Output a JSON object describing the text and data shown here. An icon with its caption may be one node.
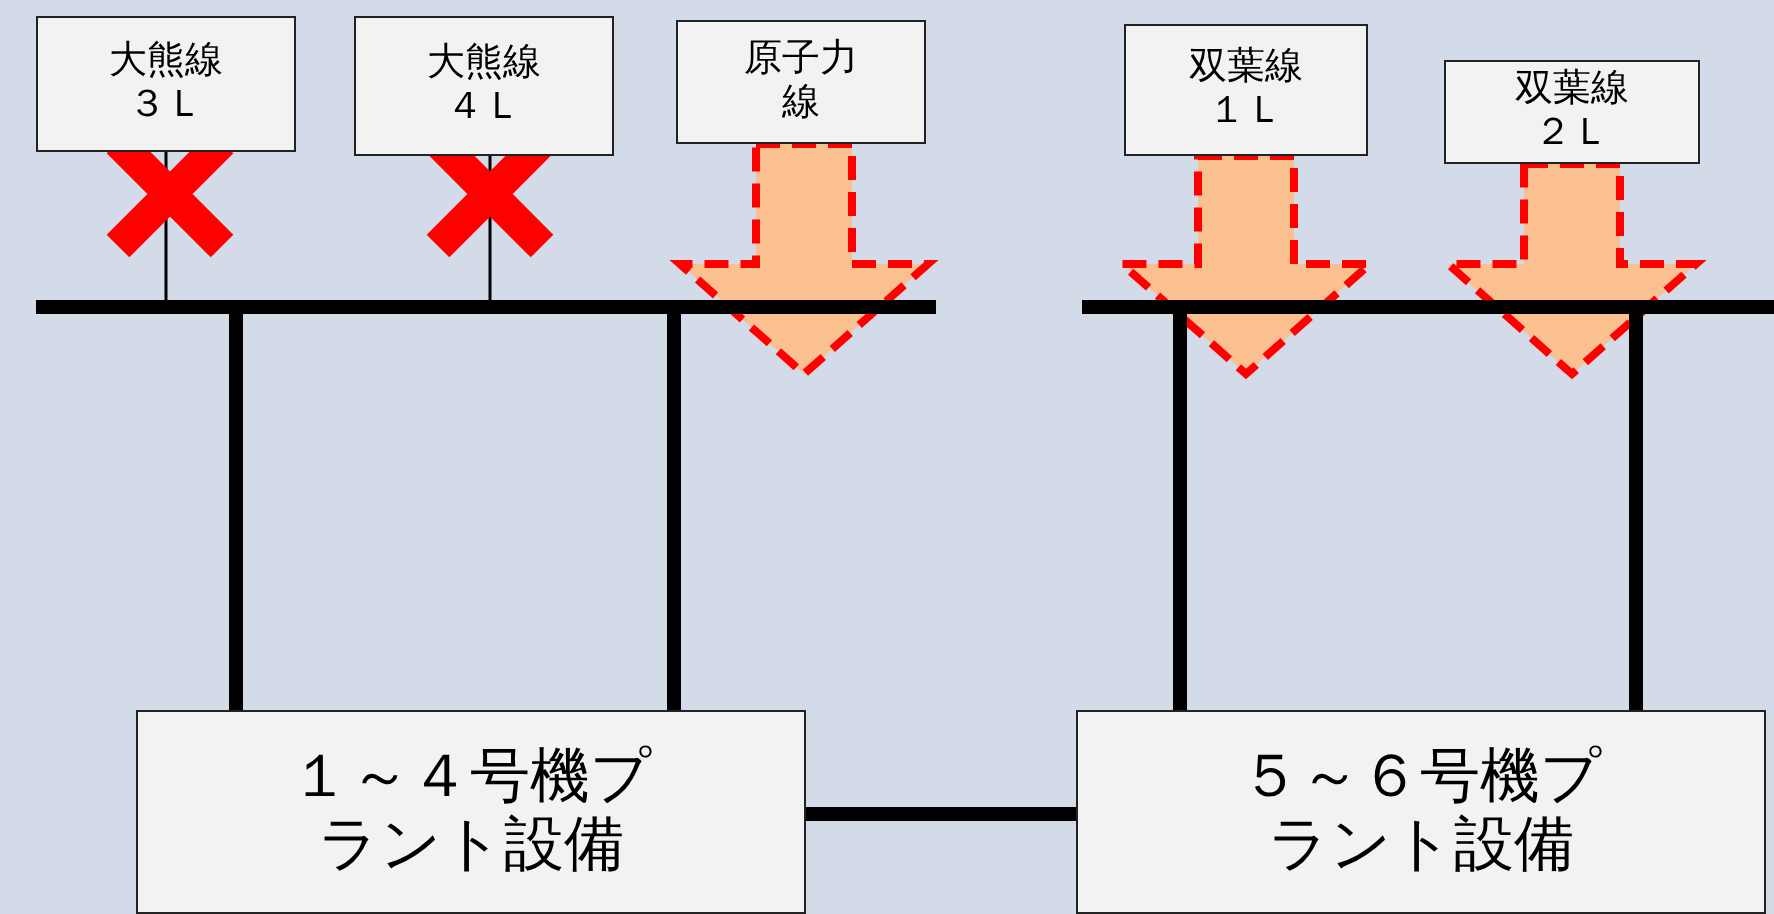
{
  "diagram": {
    "nodes": [
      {
        "text": [
          "大熊線３Ｌ"
        ]
      },
      {
        "text": [
          "大熊線４Ｌ"
        ]
      },
      {
        "text": [
          "原子力線"
        ]
      },
      {
        "text": [
          "双葉線１Ｌ"
        ]
      },
      {
        "text": [
          "双葉線２Ｌ"
        ]
      },
      {
        "text": [],
        "shape": "bar"
      },
      {
        "text": [],
        "shape": "bar"
      },
      {
        "text": [
          "１～４号機プラント設備"
        ]
      },
      {
        "text": [
          "５～６号機プラント設備"
        ]
      }
    ],
    "edges": [
      {
        "from": 0,
        "to": 5,
        "arrow": "none"
      },
      {
        "from": 1,
        "to": 5,
        "arrow": "none"
      },
      {
        "from": 2,
        "to": 5,
        "arrow": "to",
        "style": "thick",
        "color": "#fac090"
      },
      {
        "from": 3,
        "to": 6,
        "arrow": "to",
        "style": "thick",
        "color": "#fac090"
      },
      {
        "from": 4,
        "to": 6,
        "arrow": "to",
        "style": "thick",
        "color": "#fac090"
      },
      {
        "from": 5,
        "to": 7,
        "arrow": "none"
      },
      {
        "from": 5,
        "to": 7,
        "arrow": "none"
      },
      {
        "from": 6,
        "to": 8,
        "arrow": "none"
      },
      {
        "from": 6,
        "to": 8,
        "arrow": "none"
      },
      {
        "from": 7,
        "to": 8,
        "arrow": "none"
      }
    ]
  }
}
